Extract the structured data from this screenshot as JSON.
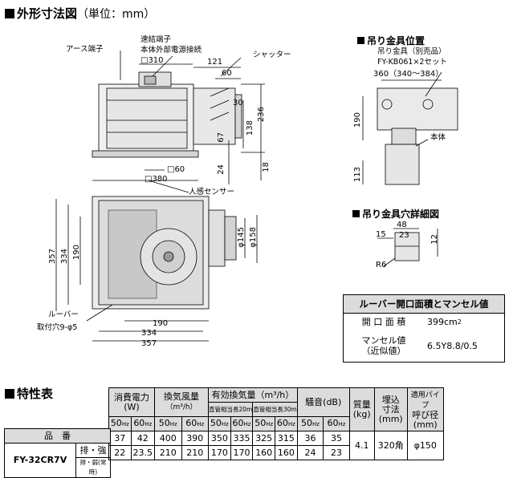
{
  "outer_dim": {
    "title": "外形寸法図",
    "unit": "（単位：mm）",
    "labels": {
      "earth": "アース端子",
      "terminal": "速結端子",
      "terminal2": "本体外部電源接続",
      "shutter": "シャッター",
      "sensor": "人感センサー",
      "louver": "ルーバー",
      "mount_hole": "取付穴9-φ5"
    },
    "dims": {
      "sq310": "□310",
      "d121": "121",
      "d60": "60",
      "d30": "30",
      "d236": "236",
      "d138": "138",
      "d67": "67",
      "d24": "24",
      "d18": "18",
      "sq60": "□60",
      "sq380": "□380",
      "d357v": "357",
      "d334v": "334",
      "d190v": "190",
      "phi145": "φ145",
      "phi158": "φ158",
      "d190h": "190",
      "d334h": "334",
      "d357h": "357"
    }
  },
  "hanger_pos": {
    "title": "吊り金具位置",
    "l1": "吊り金具（別売品）",
    "l2": "FY-KB061×2セット",
    "dim": "360（340〜384）",
    "d190": "190",
    "d113": "113",
    "body": "本体"
  },
  "hanger_hole": {
    "title": "吊り金具穴詳細図",
    "d48": "48",
    "d15": "15",
    "d23": "23",
    "d12": "12",
    "r6": "R6"
  },
  "louver_table": {
    "title": "ルーバー開口面積とマンセル値",
    "r1_label": "開 口 面 積",
    "r1_value": "399cm",
    "r1_sup": "2",
    "r2_label1": "マンセル値",
    "r2_label2": "（近似値）",
    "r2_value": "6.5Y8.8/0.5"
  },
  "spec": {
    "title": "特性表",
    "h_power": "消費電力(W)",
    "h_flow": "換気風量",
    "h_flow_unit": "（m³/h）",
    "h_eff": "有効換気量（m³/h）",
    "h_eff20": "直管相当長20m",
    "h_eff30": "直管相当長30m",
    "h_noise": "騒音(dB)",
    "h_mass": "質量",
    "h_mass_unit": "(kg)",
    "h_embed1": "埋込",
    "h_embed2": "寸法",
    "h_embed3": "(mm)",
    "h_pipe1": "適用パイプ",
    "h_pipe2": "呼び径",
    "h_pipe3": "(mm)",
    "h_model": "品　番",
    "hz50": "50",
    "hz60": "60",
    "hz": "Hz",
    "model": "FY-32CR7V",
    "mode1": "排・強",
    "mode2": "排・弱(常時)",
    "row1": [
      "37",
      "42",
      "400",
      "390",
      "350",
      "335",
      "325",
      "315",
      "36",
      "35"
    ],
    "row2": [
      "22",
      "23.5",
      "210",
      "210",
      "170",
      "170",
      "160",
      "160",
      "24",
      "23"
    ],
    "mass": "4.1",
    "embed": "320角",
    "pipe": "φ150"
  }
}
